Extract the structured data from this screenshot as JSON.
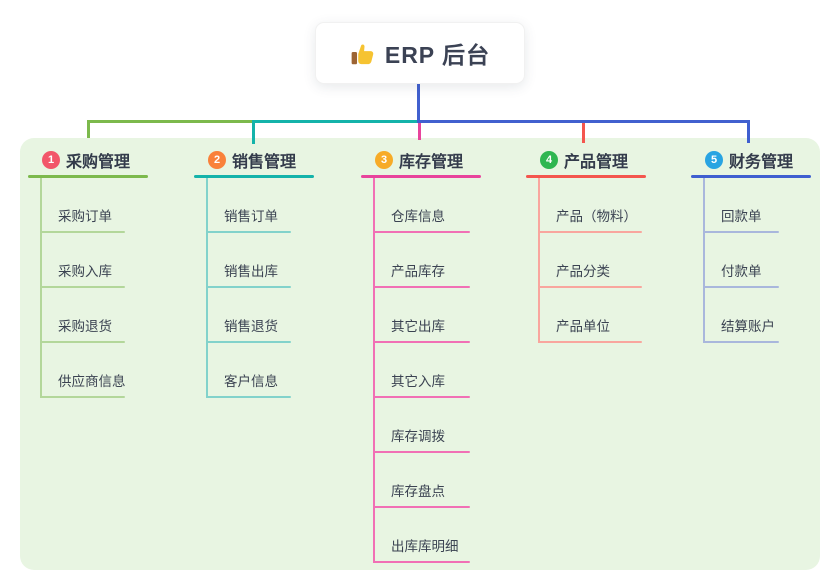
{
  "root": {
    "title": "ERP 后台",
    "icon": "thumbs-up-icon"
  },
  "colors": {
    "page_background": "#ffffff",
    "panel_background": "#e8f5e2",
    "connector_blue": "#4160cf",
    "node_text": "#3b4254",
    "icon_hand": "#f6c331",
    "icon_cuff": "#9c6434"
  },
  "branches": [
    {
      "number": "1",
      "title": "采购管理",
      "badge_color": "#f2566a",
      "line_color": "#7cb94c",
      "child_line_color": "#b3d79a",
      "children": [
        "采购订单",
        "采购入库",
        "采购退货",
        "供应商信息"
      ]
    },
    {
      "number": "2",
      "title": "销售管理",
      "badge_color": "#f9813a",
      "line_color": "#14b3aa",
      "child_line_color": "#82d2cb",
      "children": [
        "销售订单",
        "销售出库",
        "销售退货",
        "客户信息"
      ]
    },
    {
      "number": "3",
      "title": "库存管理",
      "badge_color": "#f7ab27",
      "line_color": "#e8449c",
      "child_line_color": "#f170b5",
      "children": [
        "仓库信息",
        "产品库存",
        "其它出库",
        "其它入库",
        "库存调拨",
        "库存盘点",
        "出库库明细"
      ]
    },
    {
      "number": "4",
      "title": "产品管理",
      "badge_color": "#2fb651",
      "line_color": "#f4564e",
      "child_line_color": "#f9a69e",
      "children": [
        "产品（物料）",
        "产品分类",
        "产品单位"
      ]
    },
    {
      "number": "5",
      "title": "财务管理",
      "badge_color": "#29a4e2",
      "line_color": "#3f5fd0",
      "child_line_color": "#a9b7dc",
      "children": [
        "回款单",
        "付款单",
        "结算账户"
      ]
    }
  ]
}
